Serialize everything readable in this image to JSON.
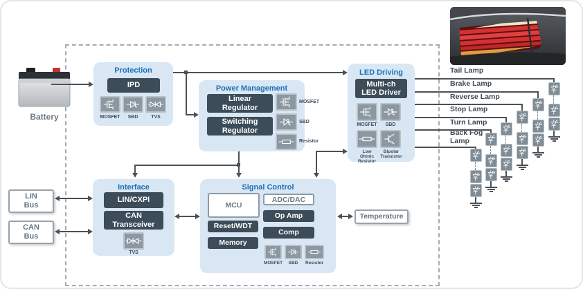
{
  "battery": {
    "label": "Battery"
  },
  "inputs": {
    "lin_bus": "LIN\nBus",
    "can_bus": "CAN\nBus"
  },
  "blocks": {
    "protection": {
      "title": "Protection",
      "chip": "IPD",
      "icons": [
        {
          "name": "mosfet-icon",
          "label": "MOSFET"
        },
        {
          "name": "sbd-icon",
          "label": "SBD"
        },
        {
          "name": "tvs-icon",
          "label": "TVS"
        }
      ]
    },
    "power_management": {
      "title": "Power Management",
      "chips": [
        {
          "label": "Linear\nRegulator"
        },
        {
          "label": "Switching\nRegulator"
        }
      ],
      "icons": [
        {
          "name": "mosfet-icon",
          "label": "MOSFET"
        },
        {
          "name": "sbd-icon",
          "label": "SBD"
        },
        {
          "name": "resistor-icon",
          "label": "Resistor"
        }
      ]
    },
    "led_driving": {
      "title": "LED Driving",
      "chip": "Multi-ch\nLED Driver",
      "icons": [
        {
          "name": "mosfet-icon",
          "label": "MOSFET"
        },
        {
          "name": "sbd-icon",
          "label": "SBD"
        },
        {
          "name": "resistor-icon",
          "label": "Low\nOhmic\nResistor"
        },
        {
          "name": "bipolar-transistor-icon",
          "label": "Bipolar\nTransistor"
        }
      ]
    },
    "interface": {
      "title": "Interface",
      "chips": [
        {
          "label": "LIN/CXPI"
        },
        {
          "label": "CAN\nTransceiver"
        }
      ],
      "icons": [
        {
          "name": "tvs-icon",
          "label": "TVS"
        }
      ]
    },
    "signal_control": {
      "title": "Signal Control",
      "white_chips": [
        {
          "label": "MCU"
        },
        {
          "label": "ADC/DAC"
        }
      ],
      "dark_chips": [
        {
          "label": "Reset/WDT"
        },
        {
          "label": "Memory"
        },
        {
          "label": "Op Amp"
        },
        {
          "label": "Comp"
        }
      ],
      "icons": [
        {
          "name": "mosfet-icon",
          "label": "MOSFET"
        },
        {
          "name": "sbd-icon",
          "label": "SBD"
        },
        {
          "name": "resistor-icon",
          "label": "Resistor"
        }
      ]
    },
    "temperature": {
      "label": "Temperature"
    }
  },
  "lamps": [
    {
      "label": "Tail Lamp"
    },
    {
      "label": "Brake Lamp"
    },
    {
      "label": "Reverse Lamp"
    },
    {
      "label": "Stop Lamp"
    },
    {
      "label": "Turn Lamp"
    },
    {
      "label": "Back Fog\nLamp"
    }
  ],
  "colors": {
    "block_bg": "#d9e7f4",
    "title_blue": "#1c6fb6",
    "chip_dark": "#3c4c58",
    "icon_gray": "#8b97a1",
    "line": "#4a5157",
    "lamp_red": "#d63030",
    "lamp_amber": "#e39b3a"
  }
}
